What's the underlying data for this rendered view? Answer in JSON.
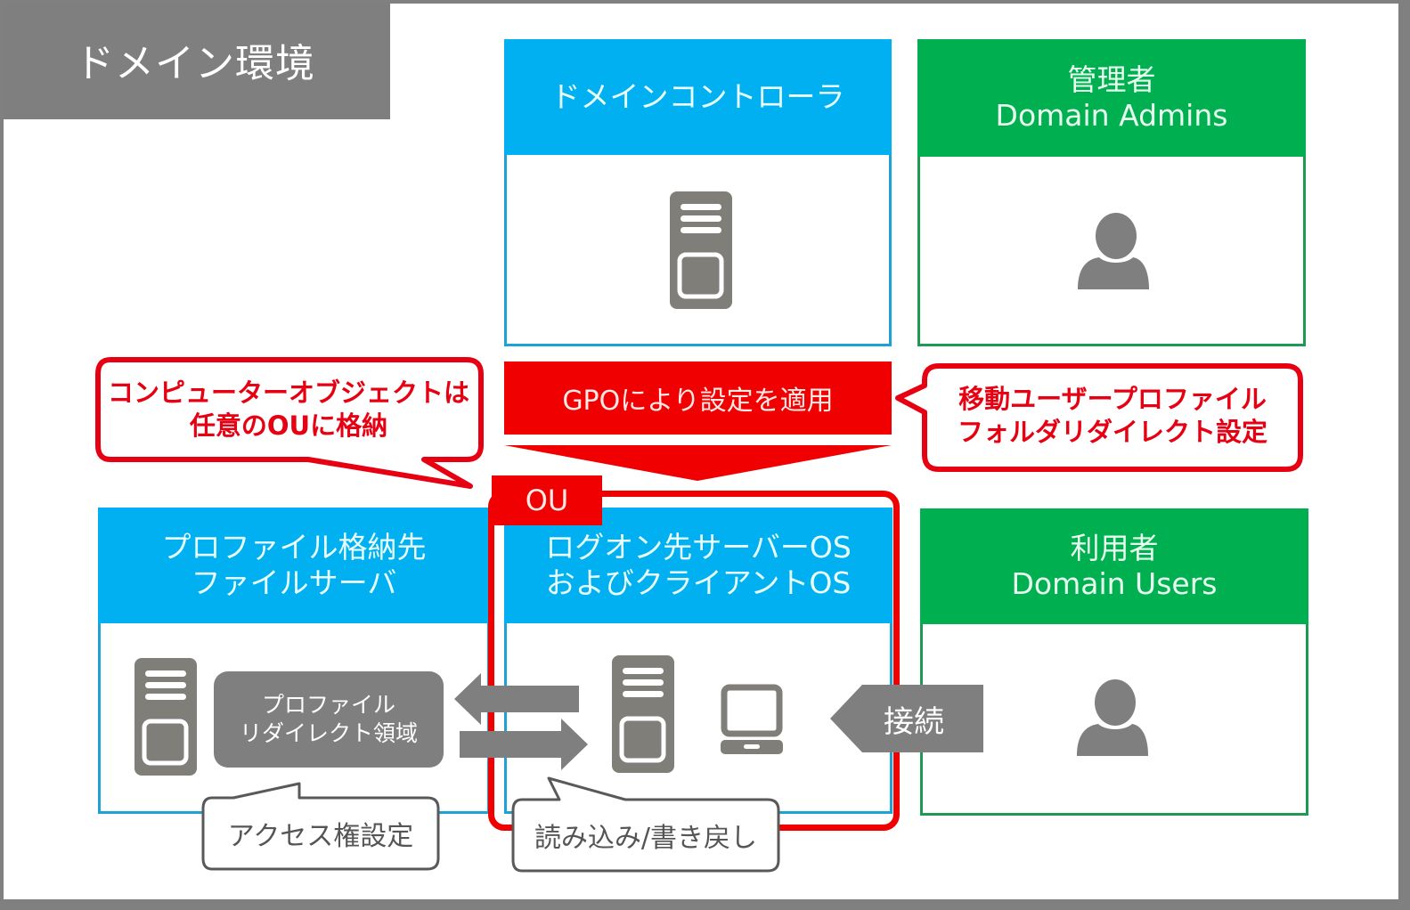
{
  "page_title": "ドメイン環境",
  "colors": {
    "blue_header": "#00b0f0",
    "green_header": "#00b050",
    "red_accent": "#e60012",
    "icon_gray": "#7f7f7f",
    "frame_gray": "#808080"
  },
  "domain_controller": {
    "title": "ドメインコントローラ",
    "icon": "server-icon"
  },
  "admins": {
    "title_line1": "管理者",
    "title_line2": "Domain Admins",
    "icon": "user-icon"
  },
  "gpo_banner": {
    "label": "GPOにより設定を適用",
    "icon": "down-arrow-icon"
  },
  "callout_left": {
    "line1": "コンピューターオブジェクトは",
    "line2": "任意のOUに格納"
  },
  "callout_right": {
    "line1": "移動ユーザープロファイル",
    "line2": "フォルダリダイレクト設定"
  },
  "ou": {
    "label": "OU"
  },
  "file_server": {
    "title_line1": "プロファイル格納先",
    "title_line2": "ファイルサーバ",
    "icon": "server-icon",
    "area_line1": "プロファイル",
    "area_line2": "リダイレクト領域",
    "note": "アクセス権設定"
  },
  "logon_os": {
    "title_line1": "ログオン先サーバーOS",
    "title_line2": "およびクライアントOS",
    "icons": [
      "server-icon",
      "laptop-icon"
    ],
    "note": "読み込み/書き戻し"
  },
  "arrows": {
    "left_icon": "arrow-left-icon",
    "right_icon": "arrow-right-icon",
    "connect_label": "接続"
  },
  "users": {
    "title_line1": "利用者",
    "title_line2": "Domain Users",
    "icon": "user-icon"
  }
}
